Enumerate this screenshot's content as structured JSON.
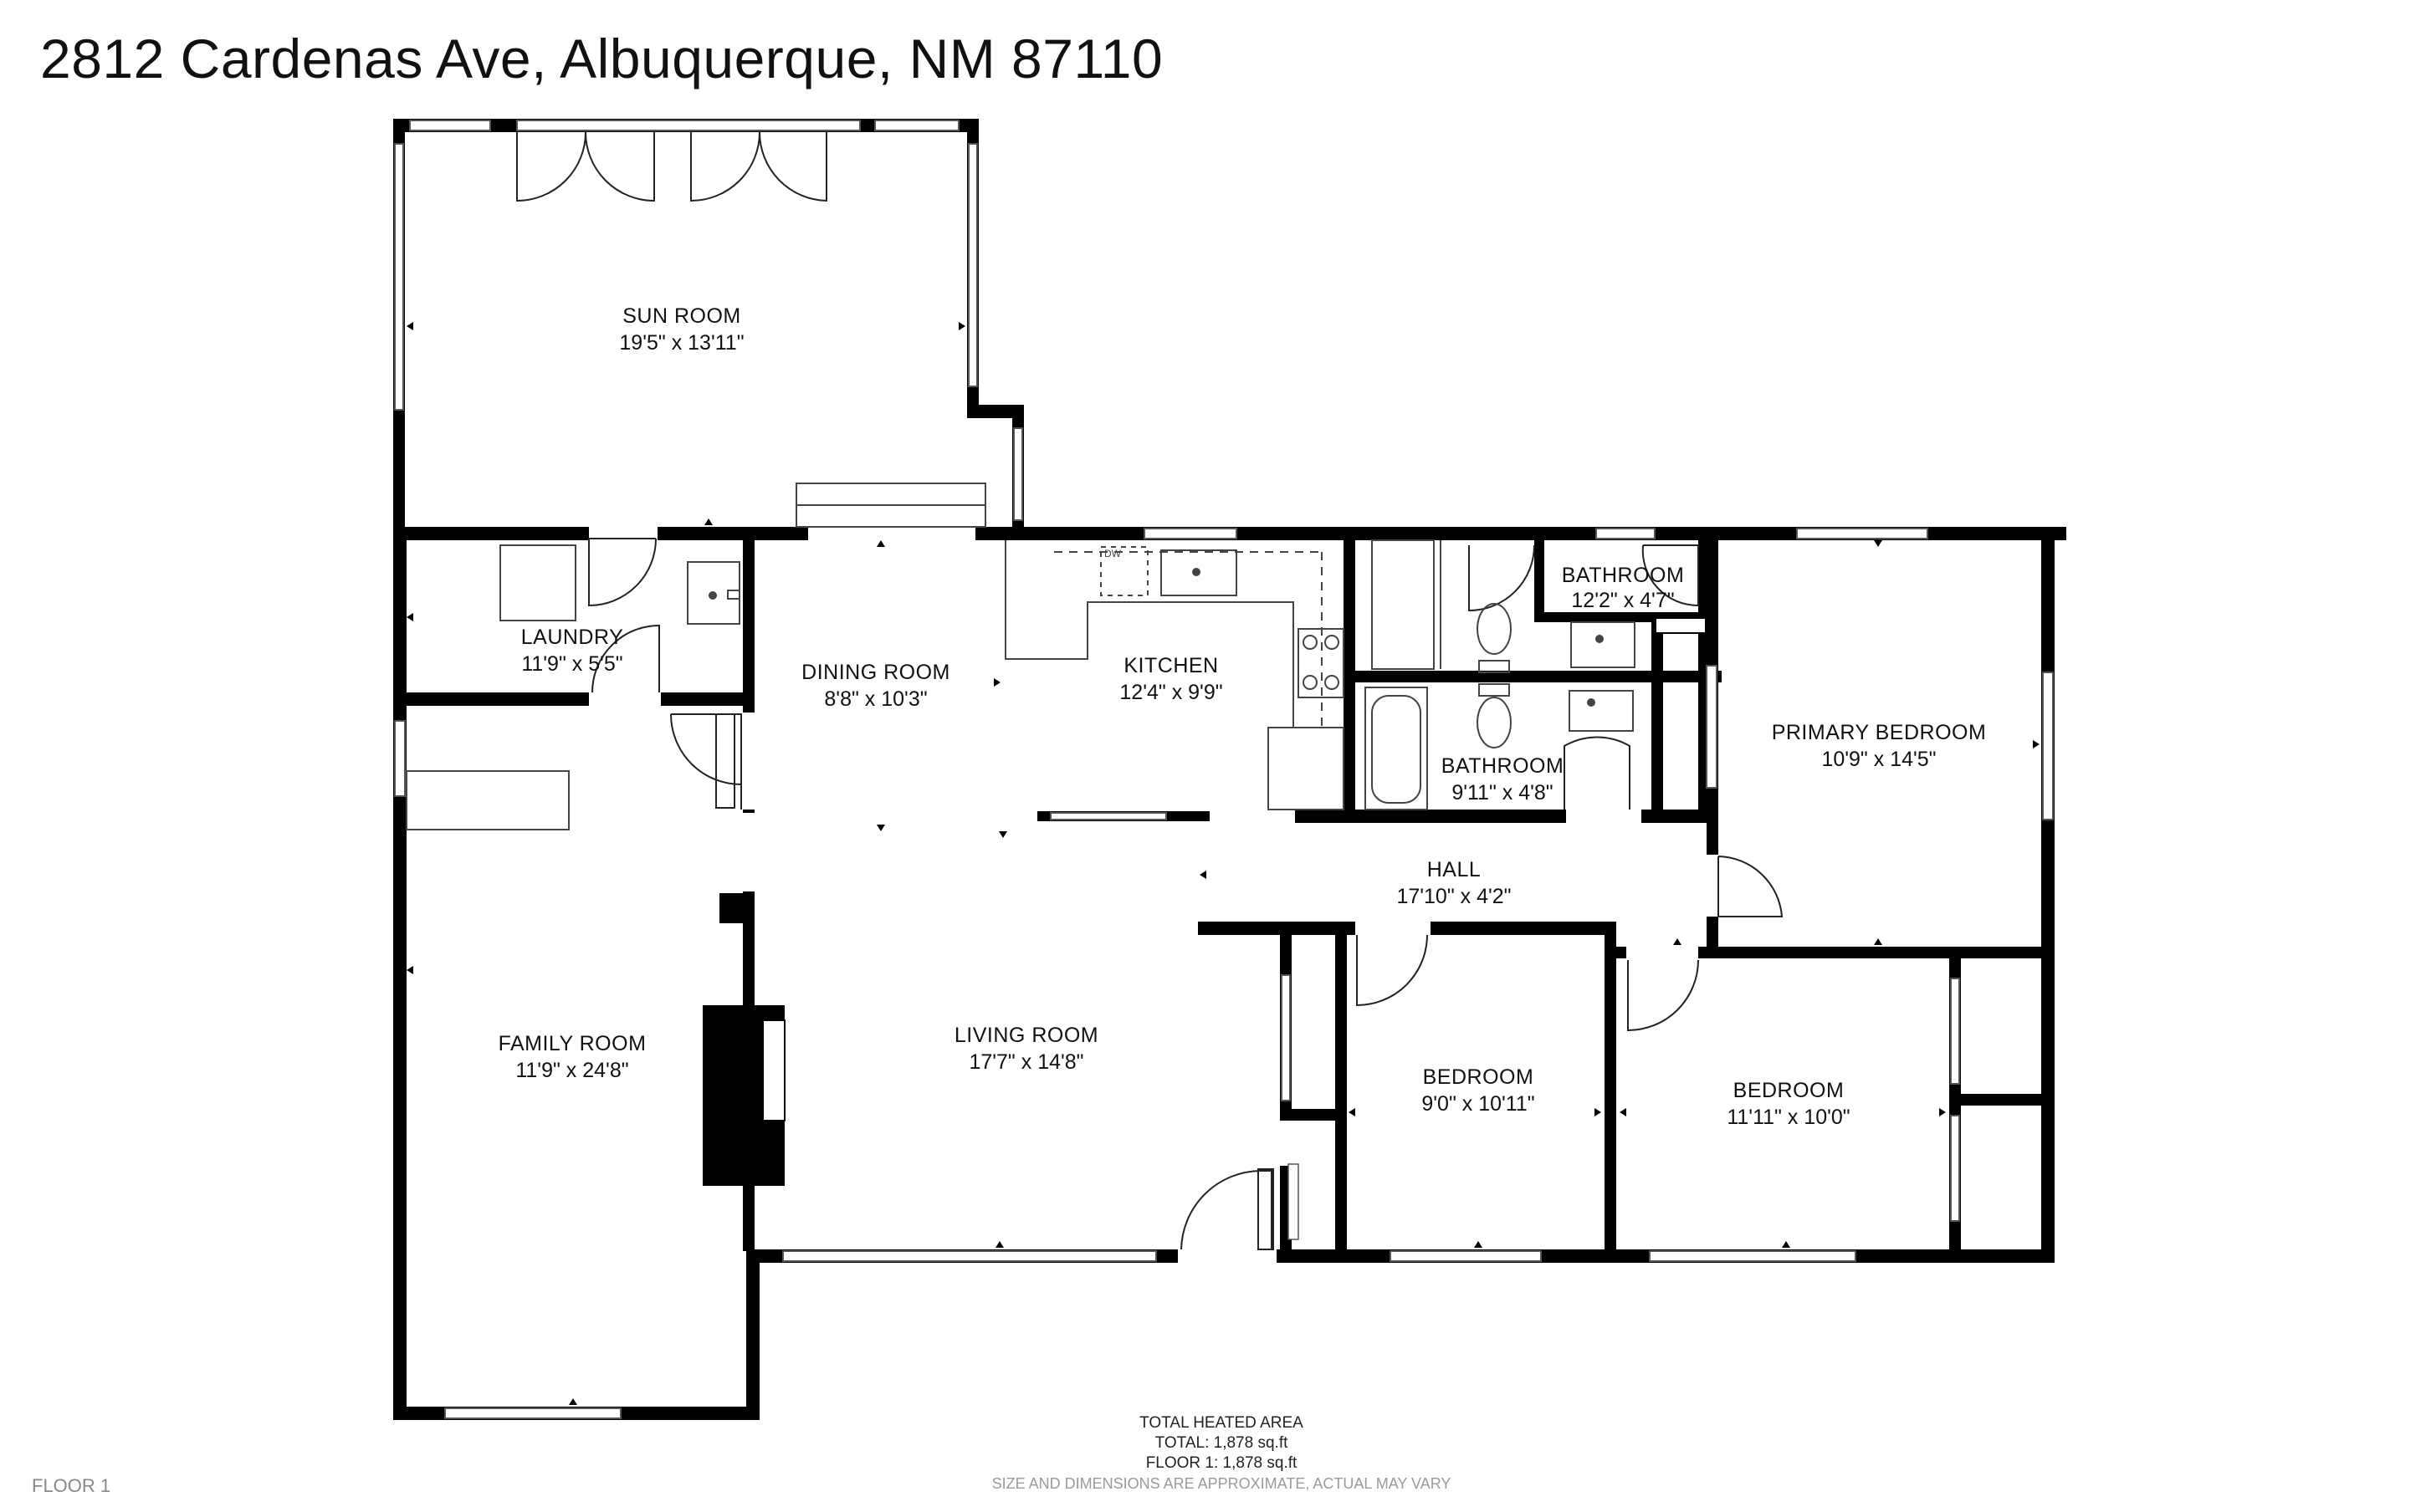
{
  "header": {
    "title": "2812 Cardenas Ave, Albuquerque, NM 87110"
  },
  "rooms": [
    {
      "name": "SUN ROOM",
      "dim": "19'5\" x 13'11\""
    },
    {
      "name": "LAUNDRY",
      "dim": "11'9\" x 5'5\""
    },
    {
      "name": "DINING ROOM",
      "dim": "8'8\" x 10'3\""
    },
    {
      "name": "KITCHEN",
      "dim": "12'4\" x 9'9\""
    },
    {
      "name": "BATHROOM",
      "dim": "12'2\" x 4'7\""
    },
    {
      "name": "BATHROOM",
      "dim": "9'11\" x 4'8\""
    },
    {
      "name": "PRIMARY BEDROOM",
      "dim": "10'9\" x 14'5\""
    },
    {
      "name": "HALL",
      "dim": "17'10\" x 4'2\""
    },
    {
      "name": "FAMILY ROOM",
      "dim": "11'9\" x 24'8\""
    },
    {
      "name": "LIVING ROOM",
      "dim": "17'7\" x 14'8\""
    },
    {
      "name": "BEDROOM",
      "dim": "9'0\" x 10'11\""
    },
    {
      "name": "BEDROOM",
      "dim": "11'11\" x 10'0\""
    }
  ],
  "fixtures": {
    "dishwasher": "DW"
  },
  "footer": {
    "area_title": "TOTAL HEATED AREA",
    "total": "TOTAL: 1,878 sq.ft",
    "floor_area": "FLOOR 1: 1,878 sq.ft",
    "disclaimer": "SIZE AND DIMENSIONS ARE APPROXIMATE, ACTUAL MAY VARY",
    "floor_label": "FLOOR 1"
  },
  "colors": {
    "wall": "#000000",
    "background": "#ffffff",
    "line": "#555555"
  }
}
